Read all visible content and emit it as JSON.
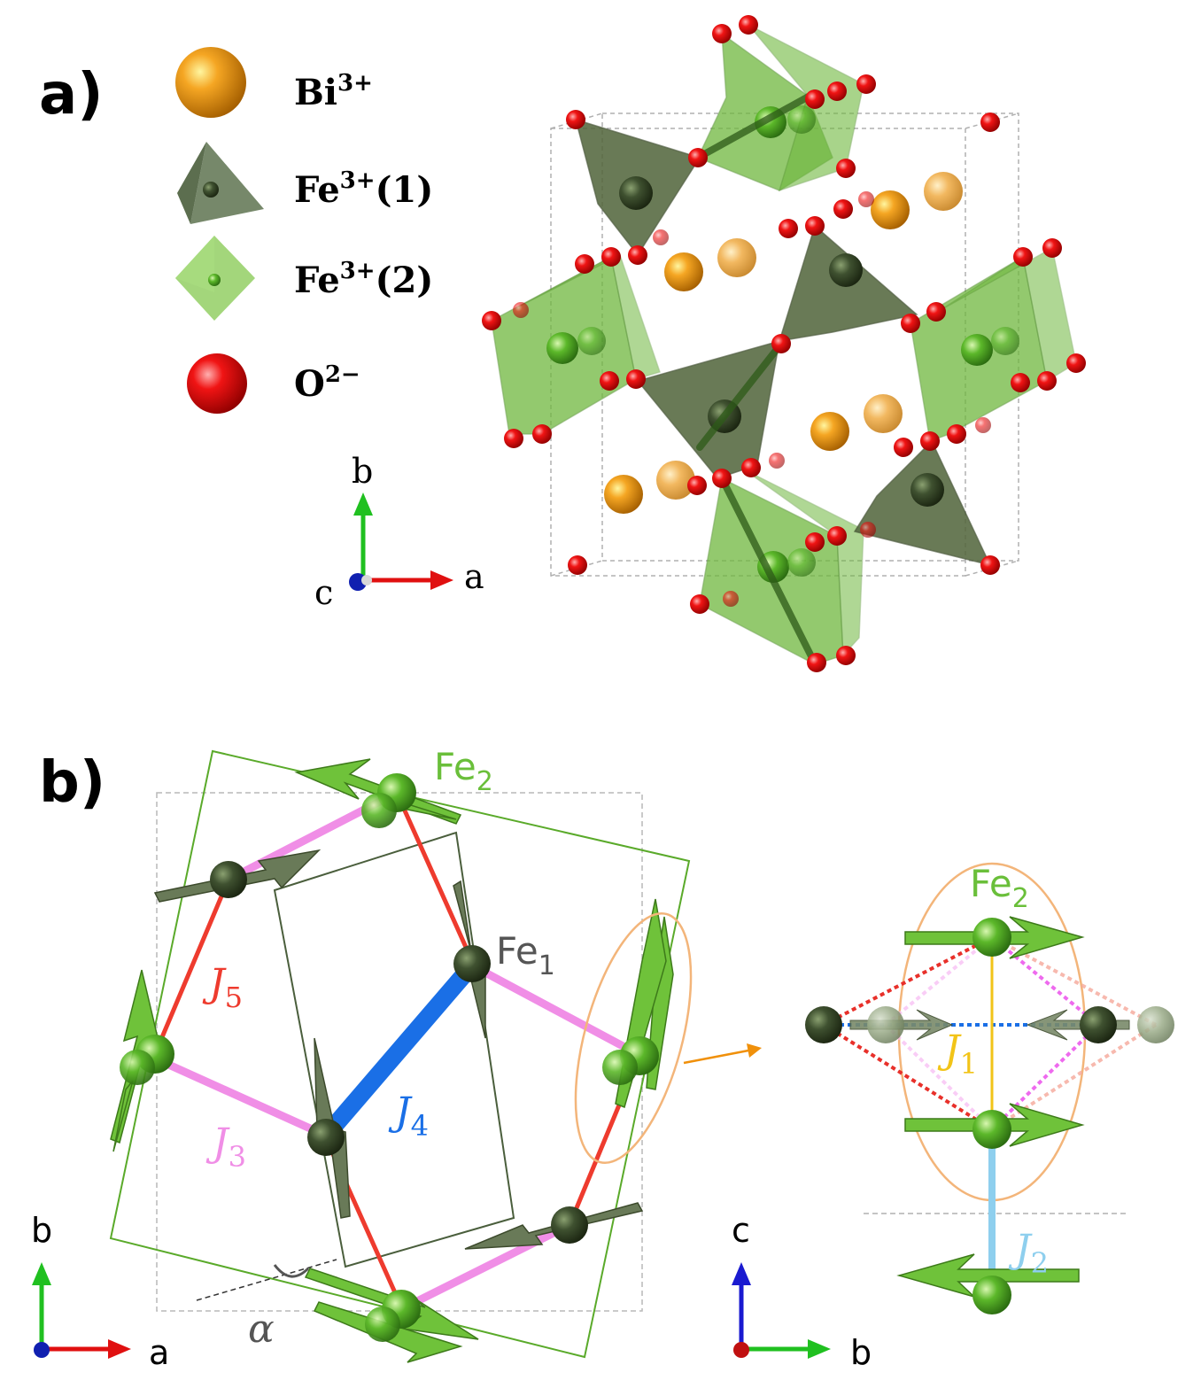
{
  "panels": {
    "a": "a)",
    "b": "b)"
  },
  "legend": [
    {
      "label": "Bi",
      "sup": "3+",
      "suffix": "",
      "icon": "bi-sphere-icon"
    },
    {
      "label": "Fe",
      "sup": "3+",
      "suffix": "(1)",
      "icon": "tetrahedron-icon"
    },
    {
      "label": "Fe",
      "sup": "3+",
      "suffix": "(2)",
      "icon": "octahedron-icon"
    },
    {
      "label": "O",
      "sup": "2−",
      "suffix": "",
      "icon": "oxygen-sphere-icon"
    }
  ],
  "axes": {
    "a_panel": {
      "up": "b",
      "right": "a",
      "out": "c"
    },
    "b_left": {
      "up": "b",
      "right": "a",
      "out": "c"
    },
    "b_right": {
      "up": "c",
      "right": "b",
      "out": "a"
    }
  },
  "labels": {
    "fe2_top": {
      "main": "Fe",
      "sub": "2"
    },
    "fe1": {
      "main": "Fe",
      "sub": "1"
    },
    "fe2_right": {
      "main": "Fe",
      "sub": "2"
    },
    "j1": {
      "main": "J",
      "sub": "1"
    },
    "j2": {
      "main": "J",
      "sub": "2"
    },
    "j3": {
      "main": "J",
      "sub": "3"
    },
    "j4": {
      "main": "J",
      "sub": "4"
    },
    "j5": {
      "main": "J",
      "sub": "5"
    },
    "alpha": "α"
  },
  "colors": {
    "bi": "#e8901a",
    "fe1": "#3f5130",
    "fe2": "#6abf3a",
    "oxygen": "#e31a1a",
    "j1": "#f2c418",
    "j2": "#8ecfee",
    "j3": "#f08ee6",
    "j4": "#1a6fe6",
    "j5": "#ee3b2e",
    "ellipse": "#f3b57a"
  }
}
